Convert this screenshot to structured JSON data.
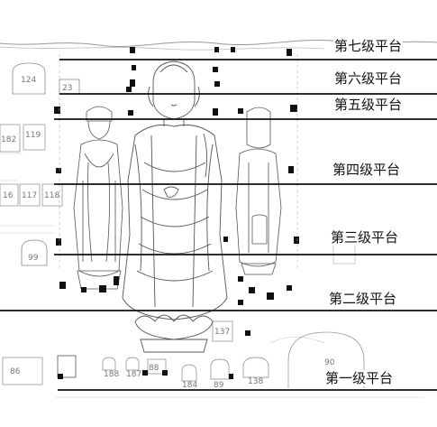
{
  "levels": [
    {
      "id": "l7",
      "label": "第七级平台"
    },
    {
      "id": "l6",
      "label": "第六级平台"
    },
    {
      "id": "l5",
      "label": "第五级平台"
    },
    {
      "id": "l4",
      "label": "第四级平台"
    },
    {
      "id": "l3",
      "label": "第三级平台"
    },
    {
      "id": "l2",
      "label": "第二级平台"
    },
    {
      "id": "l1",
      "label": "第一级平台"
    }
  ],
  "niches": [
    {
      "id": "n124",
      "number": "124"
    },
    {
      "id": "n23",
      "number": "23"
    },
    {
      "id": "n182",
      "number": "182"
    },
    {
      "id": "n119",
      "number": "119"
    },
    {
      "id": "n16",
      "number": "16"
    },
    {
      "id": "n117",
      "number": "117"
    },
    {
      "id": "n118",
      "number": "118"
    },
    {
      "id": "n99",
      "number": "99"
    },
    {
      "id": "n137",
      "number": "137"
    },
    {
      "id": "n86",
      "number": "86"
    },
    {
      "id": "n188",
      "number": "188"
    },
    {
      "id": "n187",
      "number": "187"
    },
    {
      "id": "n88",
      "number": "88"
    },
    {
      "id": "n184",
      "number": "184"
    },
    {
      "id": "n89",
      "number": "89"
    },
    {
      "id": "n138",
      "number": "138"
    },
    {
      "id": "n90",
      "number": "90"
    }
  ]
}
